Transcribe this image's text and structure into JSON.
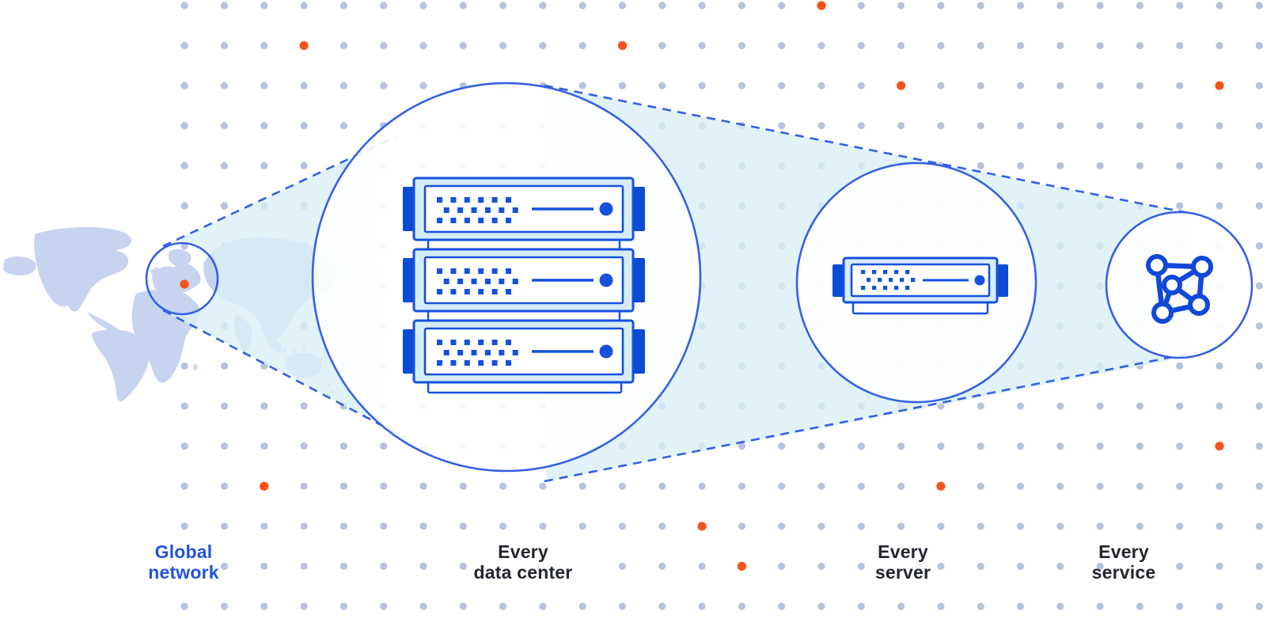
{
  "diagram": {
    "description": "Zoom-out progression from a global map location to data center, server and service",
    "stages": [
      {
        "label": "Global\nnetwork",
        "icon": "world-map-highlight-icon"
      },
      {
        "label": "Every\ndata center",
        "icon": "server-stack-icon"
      },
      {
        "label": "Every\nserver",
        "icon": "server-unit-icon"
      },
      {
        "label": "Every\nservice",
        "icon": "network-mesh-icon"
      }
    ]
  },
  "colors": {
    "accent_orange": "#f6521c",
    "primary_blue": "#1551dd",
    "circle_stroke_blue": "#3560e4",
    "icon_blue": "#1148d8",
    "tab_blue": "#0c4bd4",
    "server_fill": "#d6ecf9",
    "cone_fill": "#d8f0f6",
    "map_fill": "#c7d4f0",
    "grid_dot": "#b7c2de",
    "label_dark": "#23262e",
    "label_blue": "#2353dd",
    "background": "#ffffff"
  }
}
